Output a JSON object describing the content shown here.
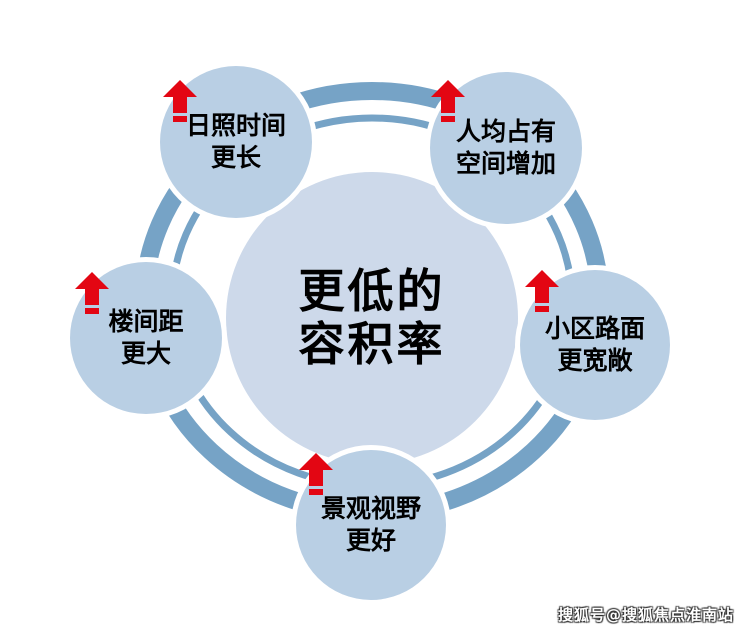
{
  "center": {
    "line1": "更低的",
    "line2": "容积率"
  },
  "nodes": [
    {
      "line1": "日照时间",
      "line2": "更长"
    },
    {
      "line1": "人均占有",
      "line2": "空间增加"
    },
    {
      "line1": "楼间距",
      "line2": "更大"
    },
    {
      "line1": "小区路面",
      "line2": "更宽敞"
    },
    {
      "line1": "景观视野",
      "line2": "更好"
    }
  ],
  "icons": {
    "node_icon": "up-arrow-icon"
  },
  "colors": {
    "ring": "#76a3c6",
    "center_fill": "#cdd9ea",
    "node_fill": "#b9cfe4",
    "arrow_red": "#e30613",
    "text": "#000000",
    "watermark_text": "#ffffff"
  },
  "watermark": "搜狐号@搜狐焦点淮南站"
}
